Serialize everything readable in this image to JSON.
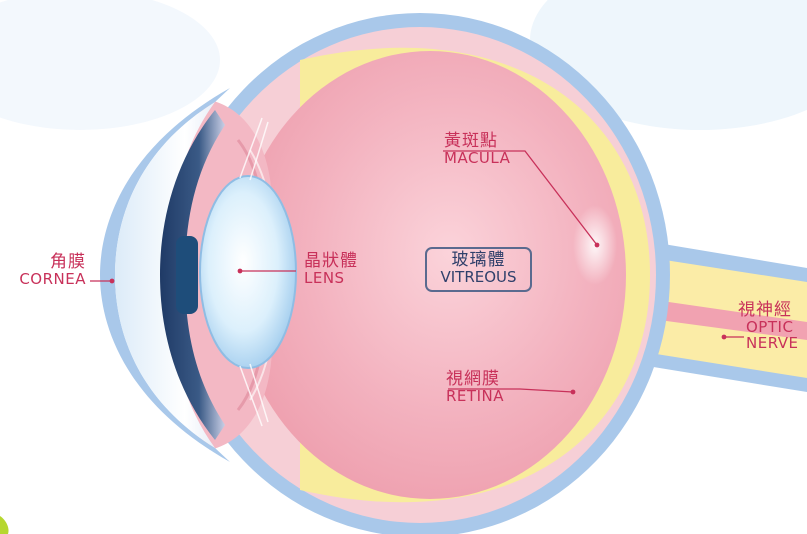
{
  "colors": {
    "label": "#c8315a",
    "vitreous_label": "#30406b",
    "sclera_outer": "#a9c8ea",
    "choroid": "#f6cfd6",
    "retina_yellow": "#f8ec9c",
    "vitreous": "#f0a9b6",
    "lens": "#dbeefb",
    "iris": "#2f4e7a",
    "cornea": "#e2eef8",
    "optic_nerve": "#fbeca7",
    "background_blob": "#eef6fc"
  },
  "labels": {
    "cornea": {
      "zh": "角膜",
      "en": "CORNEA"
    },
    "lens": {
      "zh": "晶狀體",
      "en": "LENS"
    },
    "vitreous": {
      "zh": "玻璃體",
      "en": "VITREOUS"
    },
    "macula": {
      "zh": "黃斑點",
      "en": "MACULA"
    },
    "retina": {
      "zh": "視網膜",
      "en": "RETINA"
    },
    "optic_nerve": {
      "zh": "視神經",
      "en": "OPTIC",
      "en2": "NERVE"
    }
  }
}
